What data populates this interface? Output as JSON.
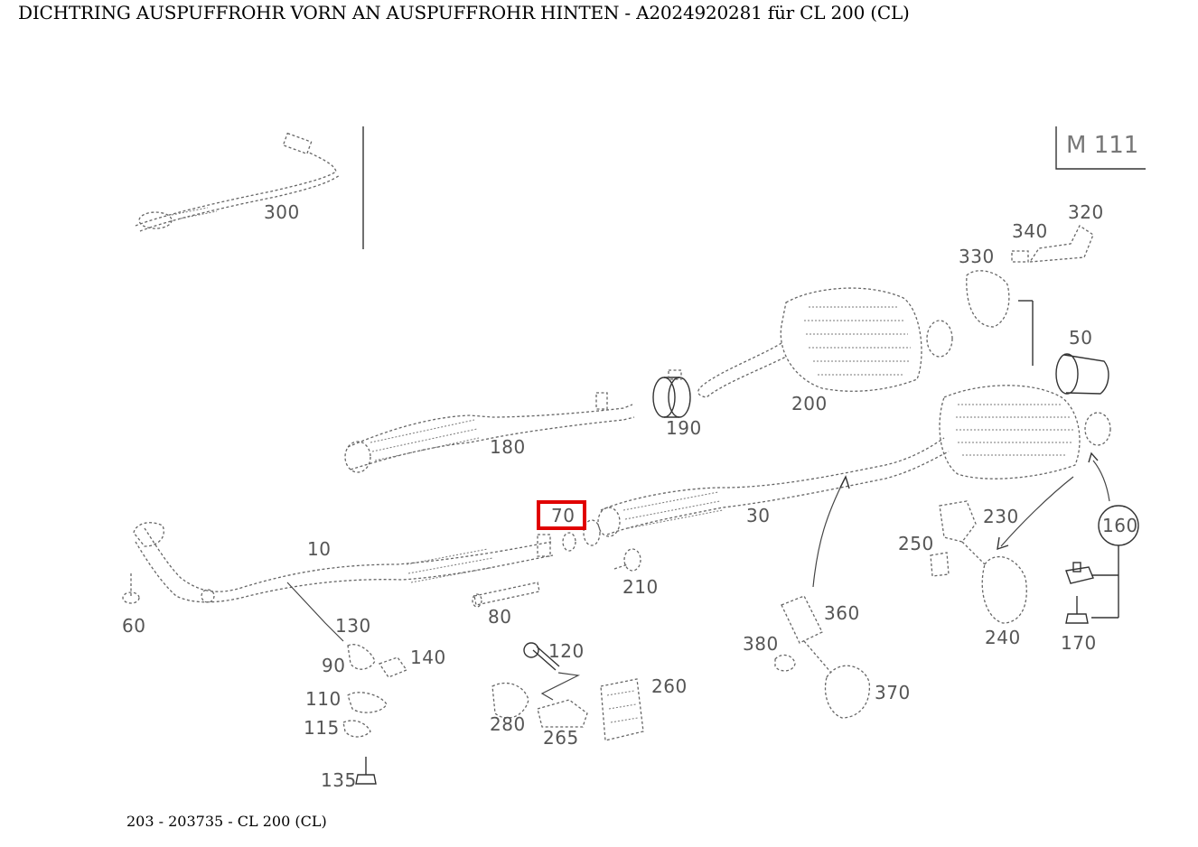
{
  "page_title": "DICHTRING AUSPUFFROHR VORN AN AUSPUFFROHR HINTEN - A2024920281 für CL 200 (CL)",
  "footer": "203 - 203735 - CL 200 (CL)",
  "model_tag": "M 111",
  "highlighted_part": "70",
  "highlight_color": "#e00000",
  "parts": {
    "p300": "300",
    "p320": "320",
    "p340": "340",
    "p330": "330",
    "p50": "50",
    "p200": "200",
    "p190": "190",
    "p180": "180",
    "p70": "70",
    "p30": "30",
    "p10": "10",
    "p230": "230",
    "p250": "250",
    "p160": "160",
    "p210": "210",
    "p60": "60",
    "p80": "80",
    "p130": "130",
    "p360": "360",
    "p380": "380",
    "p240": "240",
    "p170": "170",
    "p90": "90",
    "p140": "140",
    "p120": "120",
    "p260": "260",
    "p110": "110",
    "p370": "370",
    "p280": "280",
    "p115": "115",
    "p265": "265",
    "p135": "135"
  }
}
